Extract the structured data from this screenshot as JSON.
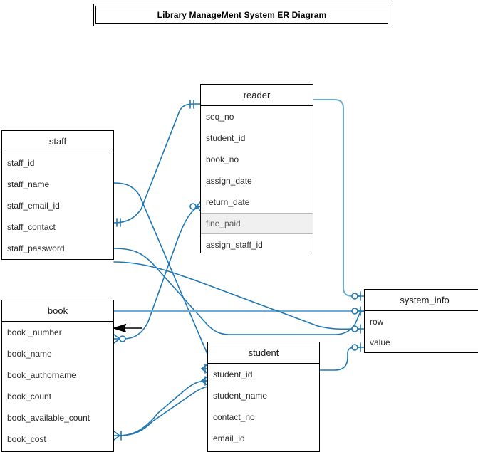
{
  "title": {
    "text": "Library ManageMent System ER Diagram"
  },
  "theme": {
    "line_color": "#1f78b4",
    "line_color_light": "#6aaed6",
    "entity_border": "#000000",
    "highlight_row_bg": "#f0f0f0",
    "arrow_color": "#000000",
    "page_bg": "#ffffff"
  },
  "entities": [
    {
      "id": "staff",
      "name": "staff",
      "attributes": [
        {
          "name": "staff_id",
          "highlighted": false
        },
        {
          "name": "staff_name",
          "highlighted": false
        },
        {
          "name": "staff_email_id",
          "highlighted": false
        },
        {
          "name": "staff_contact",
          "highlighted": false
        },
        {
          "name": "staff_password",
          "highlighted": false
        }
      ]
    },
    {
      "id": "book",
      "name": "book",
      "attributes": [
        {
          "name": "book _number",
          "highlighted": false
        },
        {
          "name": "book_name",
          "highlighted": false
        },
        {
          "name": "book_authorname",
          "highlighted": false
        },
        {
          "name": "book_count",
          "highlighted": false
        },
        {
          "name": "book_available_count",
          "highlighted": false
        },
        {
          "name": "book_cost",
          "highlighted": false
        }
      ]
    },
    {
      "id": "reader",
      "name": "reader",
      "attributes": [
        {
          "name": "seq_no",
          "highlighted": false
        },
        {
          "name": "student_id",
          "highlighted": false
        },
        {
          "name": "book_no",
          "highlighted": false
        },
        {
          "name": "assign_date",
          "highlighted": false
        },
        {
          "name": "return_date",
          "highlighted": false
        },
        {
          "name": "fine_paid",
          "highlighted": true
        },
        {
          "name": "assign_staff_id",
          "highlighted": false
        }
      ]
    },
    {
      "id": "student",
      "name": "student",
      "attributes": [
        {
          "name": "student_id",
          "highlighted": false
        },
        {
          "name": "student_name",
          "highlighted": false
        },
        {
          "name": "contact_no",
          "highlighted": false
        },
        {
          "name": "email_id",
          "highlighted": false
        }
      ]
    },
    {
      "id": "system_info",
      "name": "system_info",
      "attributes": [
        {
          "name": "row",
          "highlighted": false
        },
        {
          "name": "value",
          "highlighted": false
        }
      ]
    }
  ],
  "relationships": [
    {
      "id": "staff-reader",
      "from": "staff",
      "to": "reader",
      "from_notation": "one-one",
      "to_notation": "one-one"
    },
    {
      "id": "staff-student",
      "from": "staff",
      "to": "student",
      "from_notation": "one-one",
      "to_notation": "many-one"
    },
    {
      "id": "staff-system-info",
      "from": "staff",
      "to": "system_info",
      "from_notation": "plain",
      "to_notation": "zero-one"
    },
    {
      "id": "book-reader",
      "from": "book",
      "to": "reader",
      "from_notation": "many-zero",
      "to_notation": "many-zero"
    },
    {
      "id": "book-student",
      "from": "book",
      "to": "student",
      "from_notation": "many-one",
      "to_notation": "many-one"
    },
    {
      "id": "book-system-info",
      "from": "book",
      "to": "system_info",
      "from_notation": "plain",
      "to_notation": "zero-one"
    },
    {
      "id": "reader-system-info",
      "from": "reader",
      "to": "system_info",
      "from_notation": "plain",
      "to_notation": "zero-one"
    },
    {
      "id": "student-system-info",
      "from": "student",
      "to": "system_info",
      "from_notation": "plain",
      "to_notation": "zero-one"
    }
  ]
}
